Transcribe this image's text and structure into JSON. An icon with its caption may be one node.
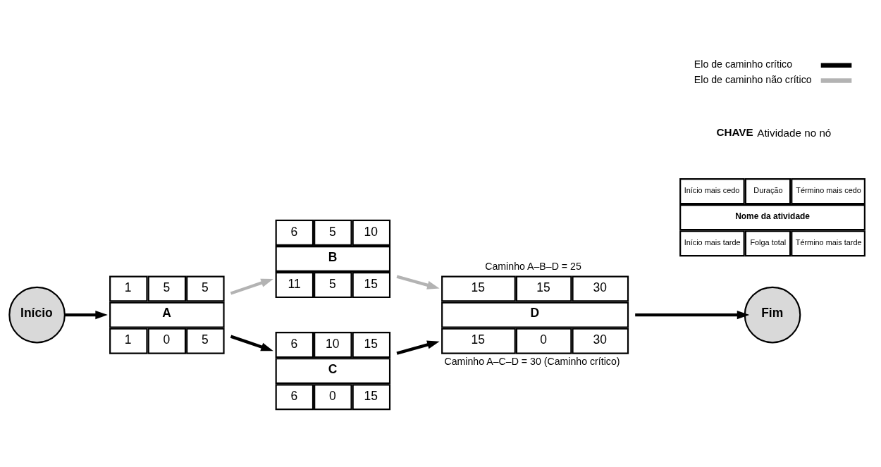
{
  "diagram": {
    "nodes": [
      {
        "text": [
          "Início"
        ]
      },
      {
        "text": [
          "1",
          "5",
          "5",
          "A",
          "1",
          "0",
          "5"
        ]
      },
      {
        "text": [
          "6",
          "5",
          "10",
          "B",
          "11",
          "5",
          "15"
        ]
      },
      {
        "text": [
          "6",
          "10",
          "15",
          "C",
          "6",
          "0",
          "15"
        ]
      },
      {
        "text": [
          "15",
          "15",
          "30",
          "D",
          "15",
          "0",
          "30"
        ],
        "beside": [
          "Caminho A–B–D = 25",
          "Caminho A–C–D = 30 (Caminho crítico)"
        ]
      },
      {
        "text": [
          "Fim"
        ]
      },
      {
        "text": [
          "Início mais cedo",
          "Duração",
          "Término mais cedo",
          "Nome da atividade",
          "Início mais tarde",
          "Folga total",
          "Término mais tarde"
        ]
      }
    ],
    "edges": [
      {
        "from": 0,
        "to": 1,
        "arrow": "to"
      },
      {
        "from": 1,
        "to": 2,
        "arrow": "to",
        "color": "#b3b3b3"
      },
      {
        "from": 1,
        "to": 3,
        "arrow": "to"
      },
      {
        "from": 2,
        "to": 4,
        "arrow": "to",
        "color": "#b3b3b3"
      },
      {
        "from": 3,
        "to": 4,
        "arrow": "to"
      },
      {
        "from": 4,
        "to": 5,
        "arrow": "to"
      }
    ],
    "labels": [
      "CHAVE",
      "Atividade no nó"
    ],
    "legend": [
      {
        "text": "Elo de caminho crítico"
      },
      {
        "text": "Elo de caminho não crítico"
      }
    ]
  }
}
